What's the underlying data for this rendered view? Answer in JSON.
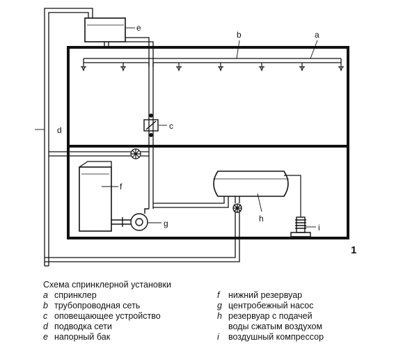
{
  "diagram": {
    "labels": {
      "a": "a",
      "b": "b",
      "c": "c",
      "d": "d",
      "e": "e",
      "f": "f",
      "g": "g",
      "h": "h",
      "i": "i"
    },
    "figure_number": "1"
  },
  "legend": {
    "title": "Схема спринклерной установки",
    "items_left": [
      {
        "key": "a",
        "text": "спринклер"
      },
      {
        "key": "b",
        "text": "трубопроводная сеть"
      },
      {
        "key": "c",
        "text": "оповещающее устройство"
      },
      {
        "key": "d",
        "text": "подводка сети"
      },
      {
        "key": "e",
        "text": "напорный бак"
      }
    ],
    "items_right": [
      {
        "key": "f",
        "text": "нижний резервуар"
      },
      {
        "key": "g",
        "text": "центробежный насос"
      },
      {
        "key": "h",
        "text": "резервуар с подачей\nводы сжатым воздухом"
      },
      {
        "key": "i",
        "text": "воздушный компрессор"
      }
    ]
  }
}
